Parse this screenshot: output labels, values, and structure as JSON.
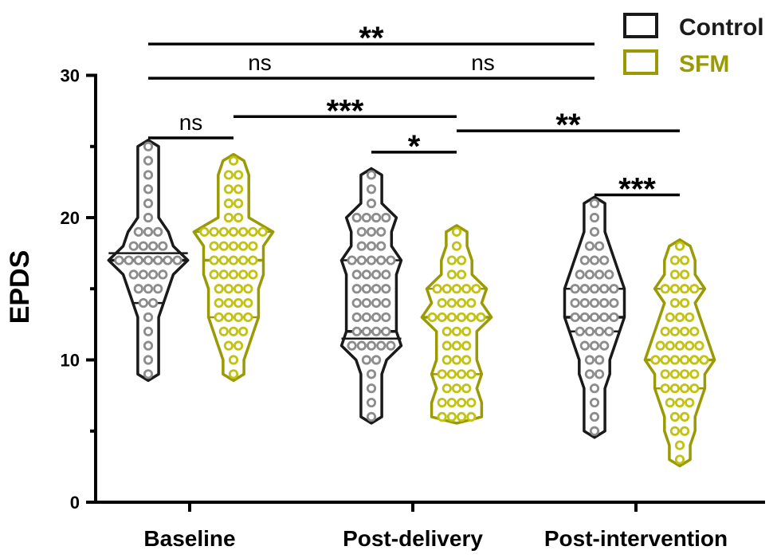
{
  "chart_data": {
    "type": "violin",
    "ylabel": "EPDS",
    "xlabel": "",
    "ylim": [
      0,
      30
    ],
    "yticks": [
      0,
      10,
      20,
      30
    ],
    "categories": [
      "Baseline",
      "Post-delivery",
      "Post-intervention"
    ],
    "series": [
      {
        "name": "Control",
        "color": "#1a1a1a",
        "point_color": "#8c8c8c",
        "groups": [
          {
            "category": "Baseline",
            "median": 17,
            "q1": 14,
            "q3": 17.5,
            "dots": [
              [
                9,
                1
              ],
              [
                10,
                1
              ],
              [
                11,
                1
              ],
              [
                12,
                1
              ],
              [
                13,
                1
              ],
              [
                14,
                2
              ],
              [
                15,
                3
              ],
              [
                16,
                4
              ],
              [
                17,
                7
              ],
              [
                18,
                4
              ],
              [
                19,
                3
              ],
              [
                20,
                1
              ],
              [
                21,
                1
              ],
              [
                22,
                1
              ],
              [
                23,
                1
              ],
              [
                24,
                1
              ],
              [
                25,
                1
              ]
            ]
          },
          {
            "category": "Post-delivery",
            "median": 12,
            "q1": 11.5,
            "q3": 17,
            "dots": [
              [
                6,
                1
              ],
              [
                7,
                1
              ],
              [
                8,
                1
              ],
              [
                9,
                1
              ],
              [
                10,
                2
              ],
              [
                11,
                5
              ],
              [
                12,
                4
              ],
              [
                13,
                4
              ],
              [
                14,
                4
              ],
              [
                15,
                4
              ],
              [
                16,
                4
              ],
              [
                17,
                5
              ],
              [
                18,
                3
              ],
              [
                19,
                3
              ],
              [
                20,
                4
              ],
              [
                21,
                1
              ],
              [
                22,
                1
              ],
              [
                23,
                1
              ]
            ]
          },
          {
            "category": "Post-intervention",
            "median": 13,
            "q1": 12,
            "q3": 15,
            "dots": [
              [
                5,
                1
              ],
              [
                6,
                1
              ],
              [
                7,
                1
              ],
              [
                8,
                1
              ],
              [
                9,
                2
              ],
              [
                10,
                2
              ],
              [
                11,
                3
              ],
              [
                12,
                4
              ],
              [
                13,
                5
              ],
              [
                14,
                5
              ],
              [
                15,
                5
              ],
              [
                16,
                4
              ],
              [
                17,
                3
              ],
              [
                18,
                2
              ],
              [
                19,
                1
              ],
              [
                20,
                1
              ],
              [
                21,
                1
              ]
            ]
          }
        ]
      },
      {
        "name": "SFM",
        "color": "#9a9a05",
        "point_color": "#c2c212",
        "groups": [
          {
            "category": "Baseline",
            "median": 17,
            "q1": 13,
            "q3": 19,
            "dots": [
              [
                9,
                1
              ],
              [
                10,
                1
              ],
              [
                11,
                2
              ],
              [
                12,
                3
              ],
              [
                13,
                4
              ],
              [
                14,
                4
              ],
              [
                15,
                4
              ],
              [
                16,
                5
              ],
              [
                17,
                5
              ],
              [
                18,
                5
              ],
              [
                19,
                7
              ],
              [
                20,
                2
              ],
              [
                21,
                2
              ],
              [
                22,
                2
              ],
              [
                23,
                2
              ],
              [
                24,
                1
              ]
            ]
          },
          {
            "category": "Post-delivery",
            "median": 13,
            "q1": 9,
            "q3": 15,
            "dots": [
              [
                6,
                4
              ],
              [
                7,
                4
              ],
              [
                8,
                3
              ],
              [
                9,
                4
              ],
              [
                10,
                3
              ],
              [
                11,
                3
              ],
              [
                12,
                3
              ],
              [
                13,
                6
              ],
              [
                14,
                4
              ],
              [
                15,
                5
              ],
              [
                16,
                2
              ],
              [
                17,
                2
              ],
              [
                18,
                1
              ],
              [
                19,
                1
              ]
            ]
          },
          {
            "category": "Post-intervention",
            "median": 10,
            "q1": 8,
            "q3": 15,
            "dots": [
              [
                3,
                1
              ],
              [
                4,
                1
              ],
              [
                5,
                2
              ],
              [
                6,
                2
              ],
              [
                7,
                3
              ],
              [
                8,
                4
              ],
              [
                9,
                4
              ],
              [
                10,
                6
              ],
              [
                11,
                5
              ],
              [
                12,
                4
              ],
              [
                13,
                3
              ],
              [
                14,
                2
              ],
              [
                15,
                4
              ],
              [
                16,
                2
              ],
              [
                17,
                2
              ],
              [
                18,
                1
              ]
            ]
          }
        ]
      }
    ],
    "significance": [
      {
        "label": "**",
        "from": [
          0,
          0
        ],
        "to": [
          2,
          0
        ],
        "y": 32.2
      },
      {
        "label": "ns",
        "from": [
          0,
          0
        ],
        "to": [
          1,
          0
        ],
        "y": 29.8
      },
      {
        "label": "ns",
        "from": [
          1,
          0
        ],
        "to": [
          2,
          0
        ],
        "y": 29.8
      },
      {
        "label": "***",
        "from": [
          0,
          1
        ],
        "to": [
          1,
          1
        ],
        "y": 27.1
      },
      {
        "label": "ns",
        "from": [
          0,
          0
        ],
        "to": [
          0,
          1
        ],
        "y": 25.6
      },
      {
        "label": "*",
        "from": [
          1,
          0
        ],
        "to": [
          1,
          1
        ],
        "y": 24.6
      },
      {
        "label": "**",
        "from": [
          1,
          1
        ],
        "to": [
          2,
          1
        ],
        "y": 26.1
      },
      {
        "label": "***",
        "from": [
          2,
          0
        ],
        "to": [
          2,
          1
        ],
        "y": 21.6
      }
    ],
    "legend": {
      "position": "top-right"
    },
    "grid": false
  }
}
